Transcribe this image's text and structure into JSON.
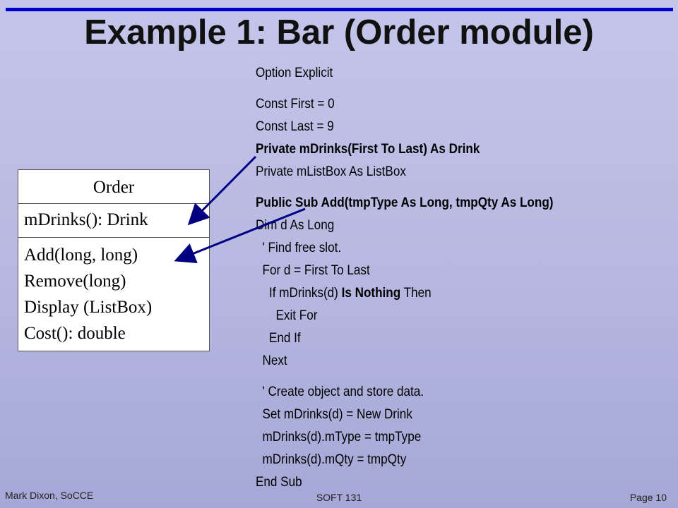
{
  "slide": {
    "title": "Example 1: Bar (Order module)",
    "accent_color": "#0000cc",
    "arrow_color": "#000080"
  },
  "uml": {
    "class_name": "Order",
    "attribute": "mDrinks(): Drink",
    "operations": [
      "Add(long, long)",
      "Remove(long)",
      "Display (ListBox)",
      "Cost(): double"
    ]
  },
  "code": {
    "option": "Option Explicit",
    "const_first": "Const First = 0",
    "const_last": "Const Last = 9",
    "decl_drinks": "Private mDrinks(First To Last) As Drink",
    "decl_listbox": "Private mListBox As ListBox",
    "sub_header": "Public Sub Add(tmpType As Long, tmpQty As Long)",
    "dim": "Dim d As Long",
    "comment_find": "  ' Find free slot.",
    "for": "  For d = First To Last",
    "if_prefix": "    If mDrinks(d) ",
    "if_bold": "Is Nothing",
    "if_suffix": " Then",
    "exit_for": "      Exit For",
    "end_if": "    End If",
    "next": "  Next",
    "comment_create": "  ' Create object and store data.",
    "set_new": "  Set mDrinks(d) = New Drink",
    "set_type": "  mDrinks(d).mType = tmpType",
    "set_qty": "  mDrinks(d).mQty = tmpQty",
    "end_sub": "End Sub"
  },
  "footer": {
    "author": "Mark Dixon, SoCCE",
    "course": "SOFT 131",
    "page": "Page 10"
  }
}
